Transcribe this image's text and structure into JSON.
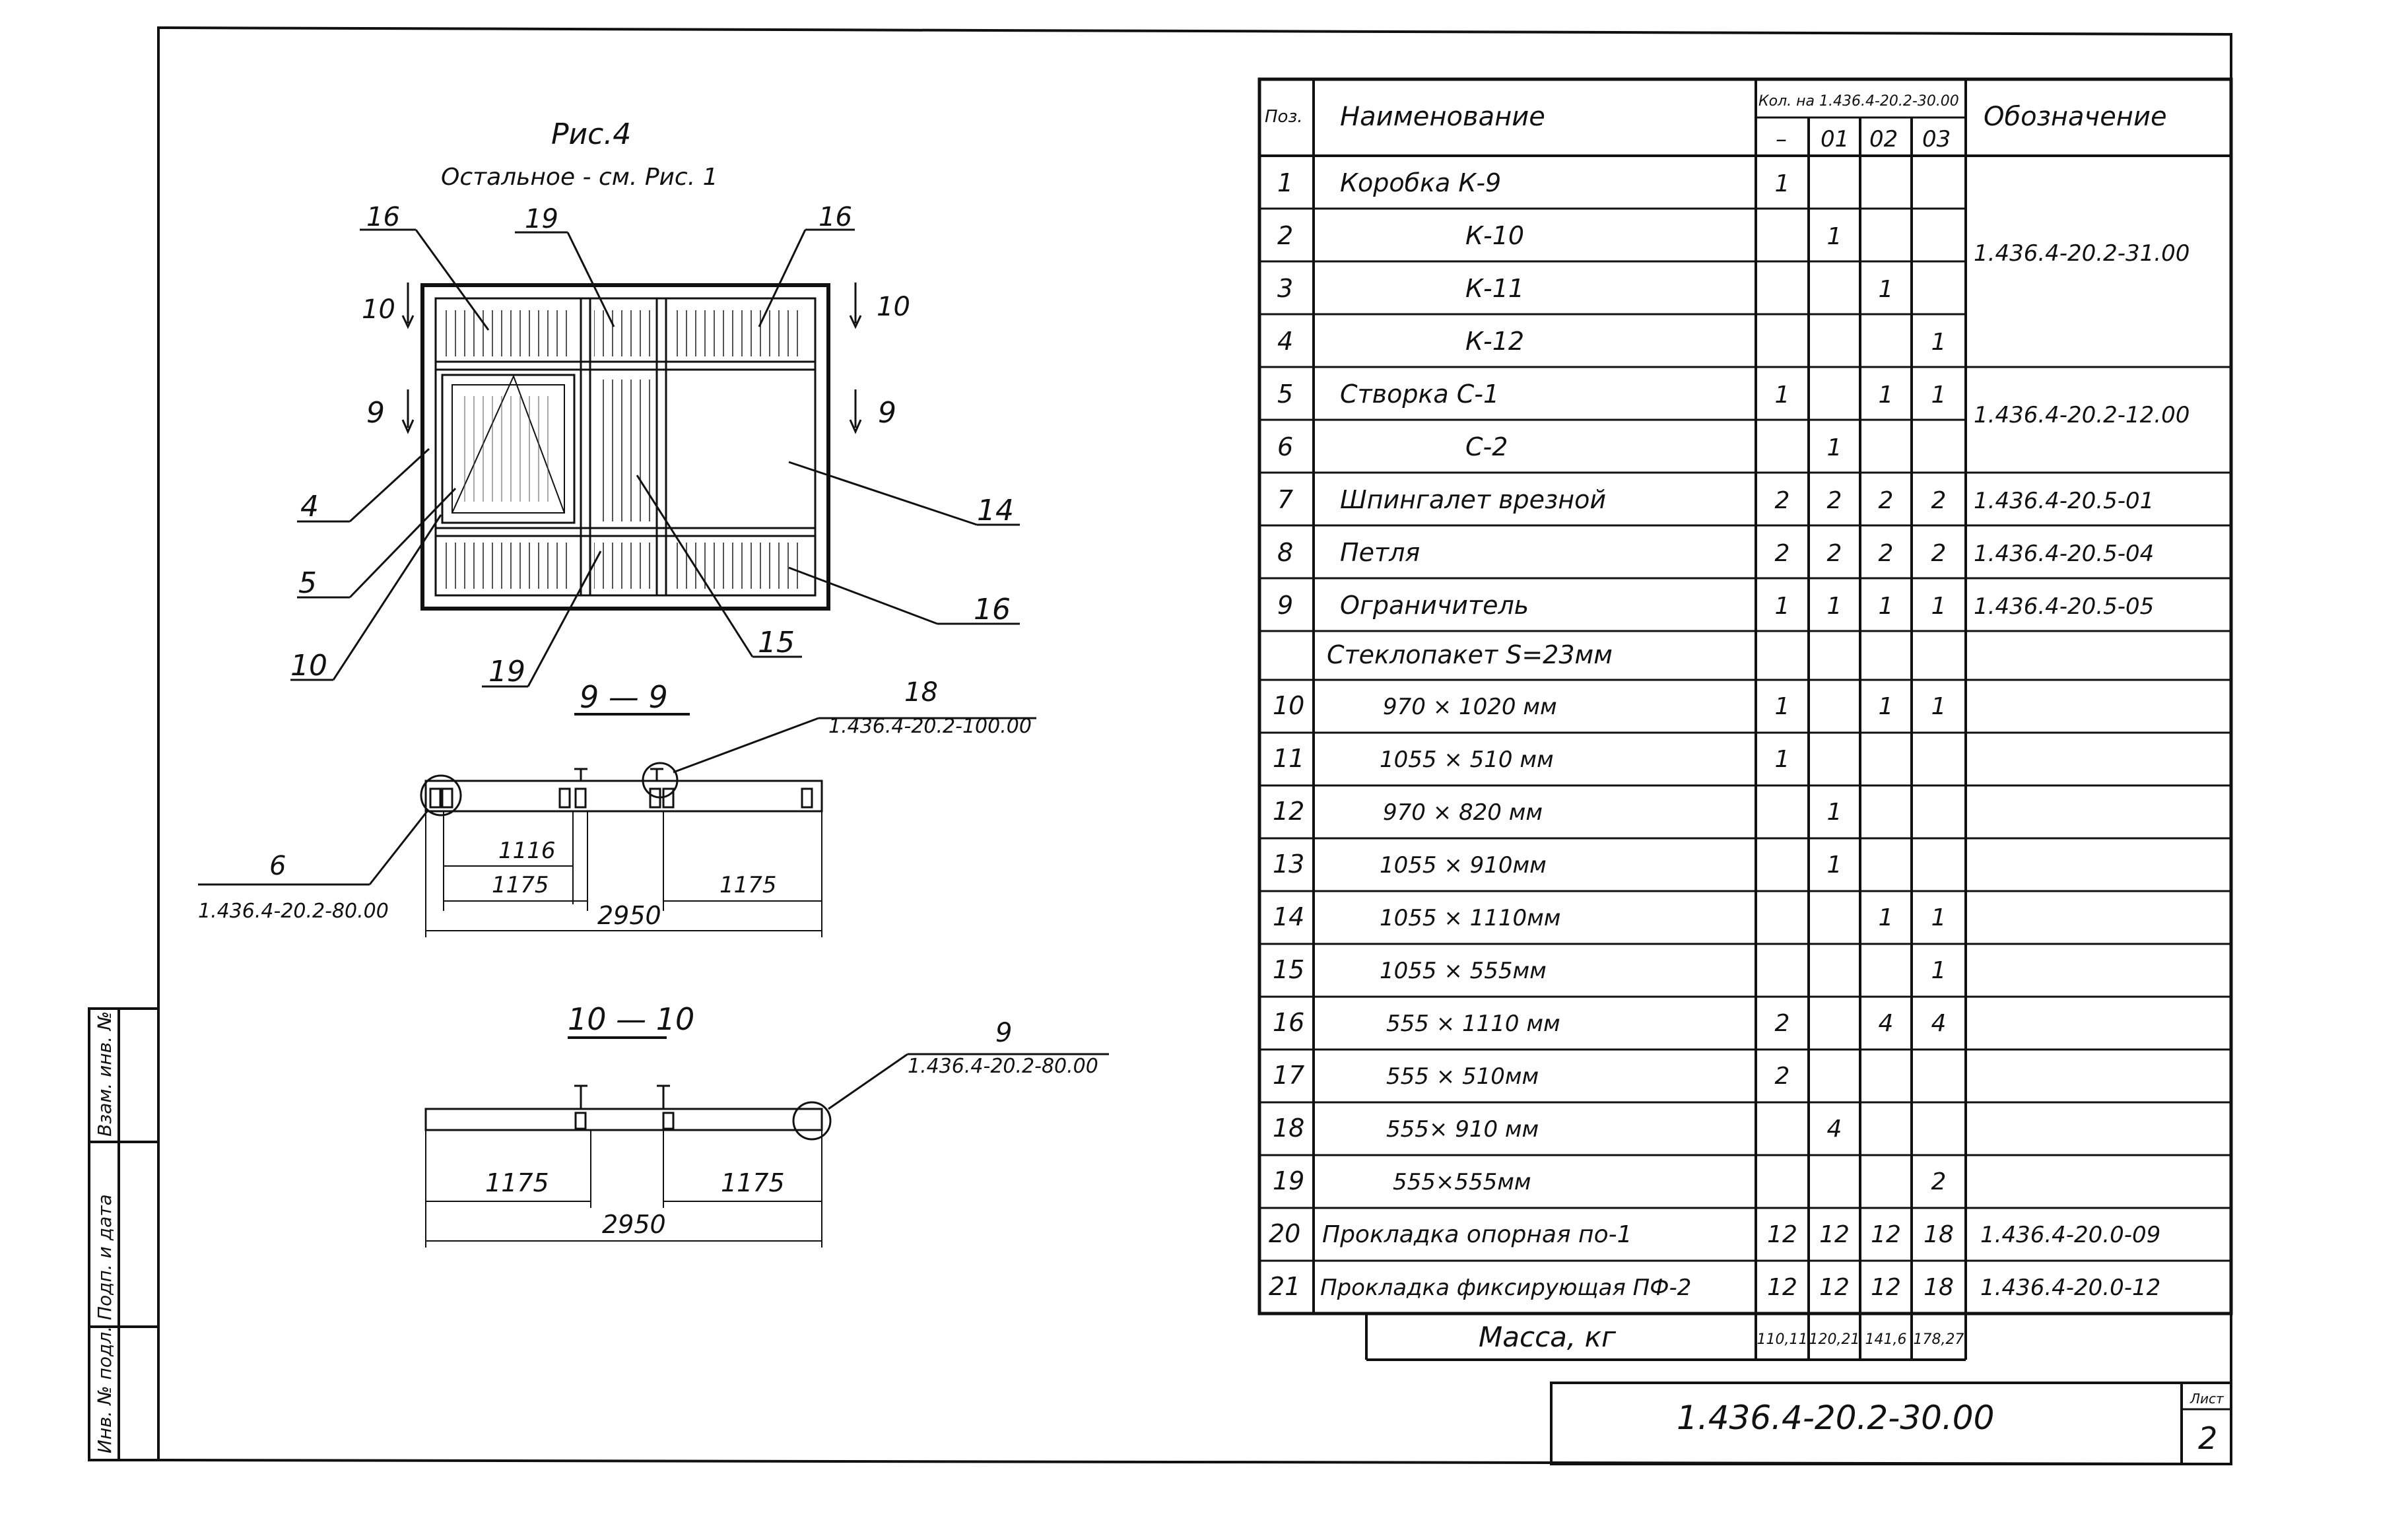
{
  "figure": {
    "title": "Рис.4",
    "subtitle": "Остальное - см. Рис. 1",
    "labels": {
      "top_left_16": "16",
      "top_19": "19",
      "top_right_16": "16",
      "cut10_left": "10",
      "cut10_right": "10",
      "cut9_left": "9",
      "cut9_right": "9",
      "l4": "4",
      "l5": "5",
      "l10": "10",
      "l19": "19",
      "l15": "15",
      "l14": "14",
      "l16b": "16"
    }
  },
  "section_9": {
    "title": "9 — 9",
    "callout18_num": "18",
    "callout18_ref": "1.436.4-20.2-100.00",
    "callout6_num": "6",
    "callout6_ref": "1.436.4-20.2-80.00",
    "dims": [
      "1116",
      "1175",
      "1175",
      "2950"
    ]
  },
  "section_10": {
    "title": "10 — 10",
    "callout9_num": "9",
    "callout9_ref": "1.436.4-20.2-80.00",
    "dims": [
      "1175",
      "1175",
      "2950"
    ]
  },
  "side_stamp": [
    "Инв. № подл.",
    "Подп. и дата",
    "Взам. инв. №"
  ],
  "spec": {
    "headers": {
      "pos": "Поз.",
      "name": "Наименование",
      "qty": "Кол. на 1.436.4-20.2-30.00",
      "col1": "–",
      "col2": "01",
      "col3": "02",
      "col4": "03",
      "designation": "Обозначение"
    },
    "rows": [
      {
        "pos": "1",
        "name": "Коробка  К-9",
        "q": [
          "1",
          "",
          "",
          ""
        ]
      },
      {
        "pos": "2",
        "name": "К-10",
        "q": [
          "",
          "1",
          "",
          ""
        ]
      },
      {
        "pos": "3",
        "name": "К-11",
        "q": [
          "",
          "",
          "1",
          ""
        ]
      },
      {
        "pos": "4",
        "name": "К-12",
        "q": [
          "",
          "",
          "",
          "1"
        ]
      },
      {
        "pos": "5",
        "name": "Створка С-1",
        "q": [
          "1",
          "",
          "1",
          "1"
        ]
      },
      {
        "pos": "6",
        "name": "С-2",
        "q": [
          "",
          "1",
          "",
          ""
        ]
      },
      {
        "pos": "7",
        "name": "Шпингалет врезной",
        "q": [
          "2",
          "2",
          "2",
          "2"
        ]
      },
      {
        "pos": "8",
        "name": "Петля",
        "q": [
          "2",
          "2",
          "2",
          "2"
        ]
      },
      {
        "pos": "9",
        "name": "Ограничитель",
        "q": [
          "1",
          "1",
          "1",
          "1"
        ]
      },
      {
        "pos": "",
        "name": "Стеклопакет  S=23мм",
        "q": [
          "",
          "",
          "",
          ""
        ]
      },
      {
        "pos": "10",
        "name": "970  × 1020 мм",
        "q": [
          "1",
          "",
          "1",
          "1"
        ]
      },
      {
        "pos": "11",
        "name": "1055 × 510 мм",
        "q": [
          "1",
          "",
          "",
          ""
        ]
      },
      {
        "pos": "12",
        "name": "970  × 820 мм",
        "q": [
          "",
          "1",
          "",
          ""
        ]
      },
      {
        "pos": "13",
        "name": "1055 × 910мм",
        "q": [
          "",
          "1",
          "",
          ""
        ]
      },
      {
        "pos": "14",
        "name": "1055 × 1110мм",
        "q": [
          "",
          "",
          "1",
          "1"
        ]
      },
      {
        "pos": "15",
        "name": "1055 × 555мм",
        "q": [
          "",
          "",
          "",
          "1"
        ]
      },
      {
        "pos": "16",
        "name": "555 × 1110 мм",
        "q": [
          "2",
          "",
          "4",
          "4"
        ]
      },
      {
        "pos": "17",
        "name": "555 × 510мм",
        "q": [
          "2",
          "",
          "",
          ""
        ]
      },
      {
        "pos": "18",
        "name": "555× 910 мм",
        "q": [
          "",
          "4",
          "",
          ""
        ]
      },
      {
        "pos": "19",
        "name": "555×555мм",
        "q": [
          "",
          "",
          "",
          "2"
        ]
      },
      {
        "pos": "20",
        "name": "Прокладка опорная по-1",
        "q": [
          "12",
          "12",
          "12",
          "18"
        ]
      },
      {
        "pos": "21",
        "name": "Прокладка фиксирующая ПФ-2",
        "q": [
          "12",
          "12",
          "12",
          "18"
        ]
      }
    ],
    "designations": {
      "d1_4": "1.436.4-20.2-31.00",
      "d5_6": "1.436.4-20.2-12.00",
      "d7": "1.436.4-20.5-01",
      "d8": "1.436.4-20.5-04",
      "d9": "1.436.4-20.5-05",
      "d20": "1.436.4-20.0-09",
      "d21": "1.436.4-20.0-12"
    },
    "mass_label": "Масса, кг",
    "mass": [
      "110,11",
      "120,21",
      "141,6",
      "178,27"
    ]
  },
  "title_block": {
    "code": "1.436.4-20.2-30.00",
    "sheet_label": "Лист",
    "sheet": "2"
  }
}
